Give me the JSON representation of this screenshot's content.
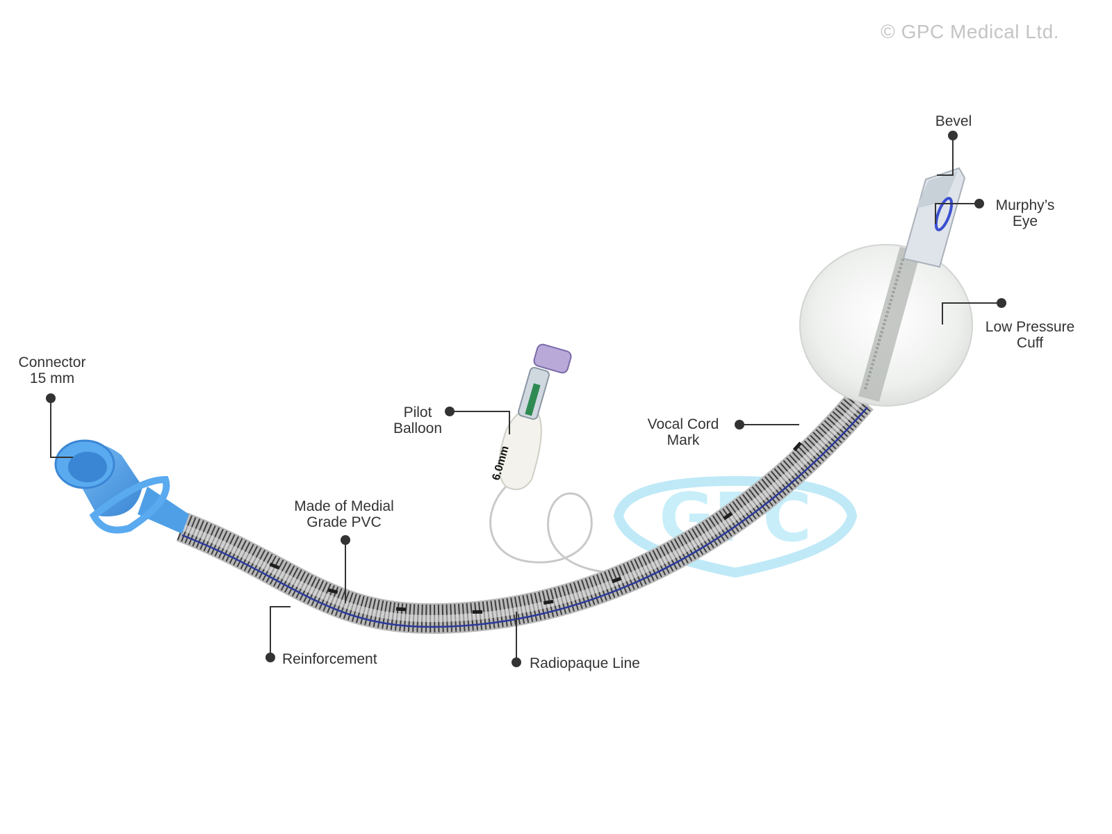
{
  "copyright": "© GPC Medical Ltd.",
  "watermark": {
    "text": "GPC",
    "color": "#bfe9f7"
  },
  "size_marking": "6.0mm",
  "colors": {
    "connector": "#5aaaf0",
    "connector_dark": "#3b86d4",
    "leader_line": "#333333",
    "label_text": "#333333",
    "radiopaque_line": "#2b3a9c",
    "murphy_eye": "#3a4fd0"
  },
  "labels": {
    "connector": {
      "line1": "Connector",
      "line2": "15 mm"
    },
    "pilot_balloon": {
      "line1": "Pilot",
      "line2": "Balloon"
    },
    "made_of": {
      "line1": "Made of Medial",
      "line2": "Grade PVC"
    },
    "reinforcement": {
      "line1": "Reinforcement"
    },
    "radiopaque": {
      "line1": "Radiopaque Line"
    },
    "vocal_cord": {
      "line1": "Vocal Cord",
      "line2": "Mark"
    },
    "bevel": {
      "line1": "Bevel"
    },
    "murphys_eye": {
      "line1": "Murphy’s",
      "line2": "Eye"
    },
    "low_pressure_cuff": {
      "line1": "Low Pressure",
      "line2": "Cuff"
    }
  }
}
